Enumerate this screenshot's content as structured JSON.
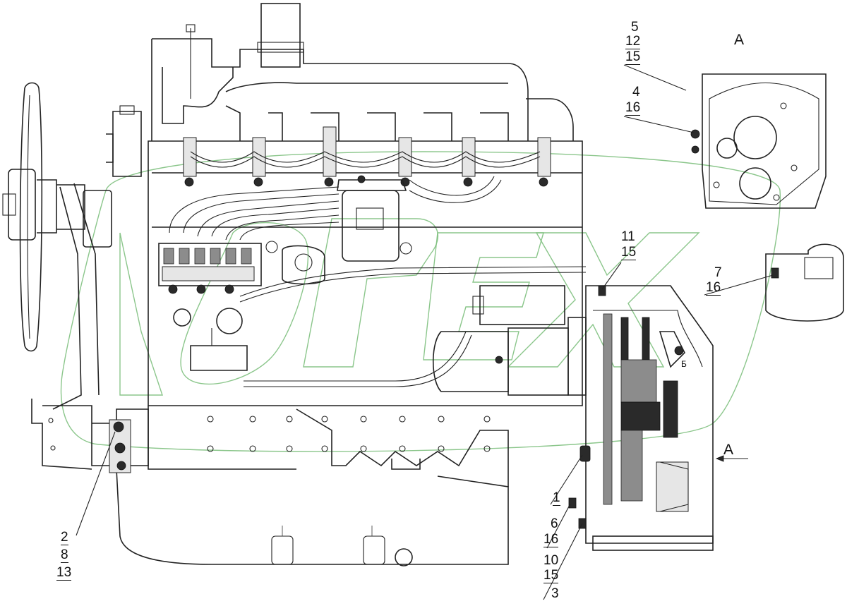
{
  "view_label": "A",
  "view_arrow_label": "A",
  "callouts": [
    {
      "id": "c-5-12-15",
      "lines": [
        "5",
        "12",
        "15"
      ]
    },
    {
      "id": "c-4-16",
      "lines": [
        "4",
        "16"
      ]
    },
    {
      "id": "c-11-15",
      "lines": [
        "11",
        "15"
      ]
    },
    {
      "id": "c-7-16",
      "lines": [
        "7",
        "16"
      ]
    },
    {
      "id": "c-1",
      "lines": [
        "1"
      ]
    },
    {
      "id": "c-6-16",
      "lines": [
        "6",
        "16"
      ]
    },
    {
      "id": "c-10-15-3",
      "lines": [
        "10",
        "15",
        "3"
      ]
    },
    {
      "id": "c-2-8-13",
      "lines": [
        "2",
        "8",
        "13"
      ]
    }
  ],
  "detail_letter": "Б",
  "watermark": "OPEX",
  "colors": {
    "line": "#222222",
    "watermark": "#7ec07e",
    "background": "#ffffff"
  }
}
